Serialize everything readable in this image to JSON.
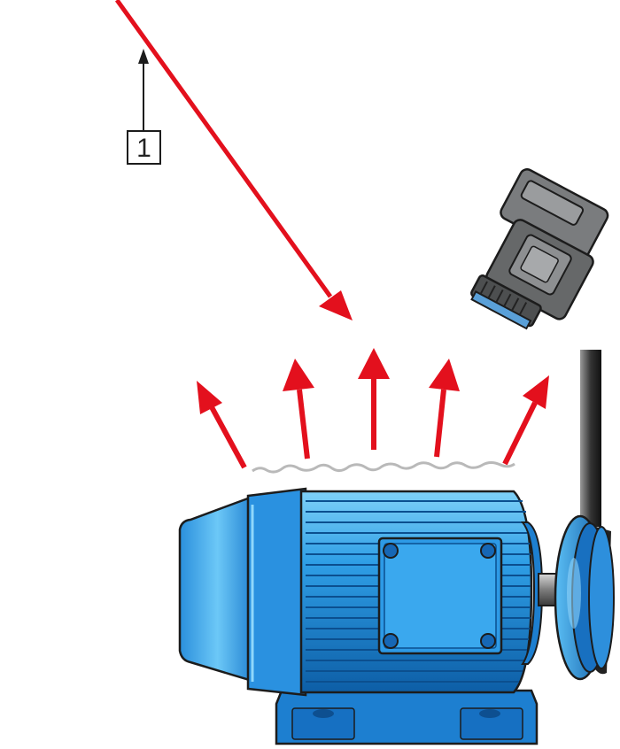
{
  "callout": {
    "label": "1"
  },
  "colors": {
    "radiation_red": "#e3101d",
    "motor_blue": "#1e88d8",
    "motor_blue_light": "#5cc0f5",
    "motor_blue_dark": "#0d5ea6",
    "camera_gray": "#6f7173",
    "outline": "#1c1c1c"
  },
  "icons": {
    "incoming": "incoming-radiation-arrow",
    "emitted": "emitted-radiation-arrow",
    "camera": "thermal-camera-icon",
    "motor": "electric-motor-icon"
  }
}
